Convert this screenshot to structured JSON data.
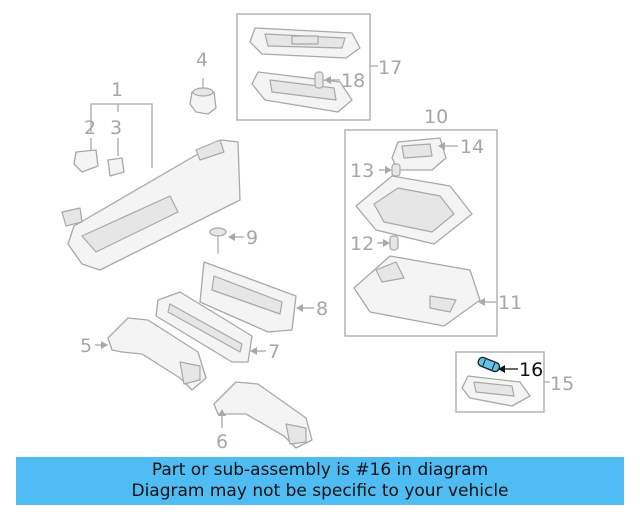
{
  "callouts": {
    "c1": "1",
    "c2": "2",
    "c3": "3",
    "c4": "4",
    "c5": "5",
    "c6": "6",
    "c7": "7",
    "c8": "8",
    "c9": "9",
    "c10": "10",
    "c11": "11",
    "c12": "12",
    "c13": "13",
    "c14": "14",
    "c15": "15",
    "c16": "16",
    "c17": "17",
    "c18": "18"
  },
  "highlighted_part": "16",
  "colors": {
    "banner": "#4fbdf4",
    "highlight_part": "#5fc3ec",
    "line_art": "#a8a8a8"
  },
  "banner": {
    "line1": "Part or sub-assembly is #16 in diagram",
    "line2": "Diagram may not be specific to your vehicle"
  }
}
